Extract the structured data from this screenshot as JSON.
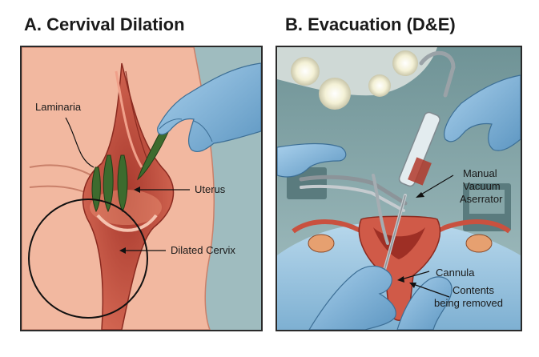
{
  "panel_a": {
    "title": "A. Cervival Dilation",
    "labels": {
      "laminaria": "Laminaria",
      "uterus": "Uterus",
      "dilated_cervix": "Dilated Cervix"
    }
  },
  "panel_b": {
    "title": "B. Evacuation (D&E)",
    "labels": {
      "aspirator_1": "Manual",
      "aspirator_2": "Vacuum",
      "aspirator_3": "Aserrator",
      "cannula": "Cannula",
      "contents_1": "Contents",
      "contents_2": "being removed"
    }
  },
  "colors": {
    "skin": "#f2b8a0",
    "tissue": "#c0453a",
    "laminaria": "#3d6b2e",
    "glove": "#7db4dc",
    "room_bg": "#8fb0b3",
    "drape": "#9cc6e0"
  }
}
